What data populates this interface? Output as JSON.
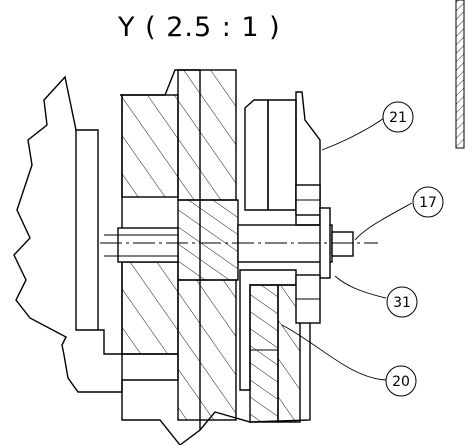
{
  "view_title": "Y ( 2.5 : 1 )",
  "balloons": [
    {
      "id": "b21",
      "label": "21"
    },
    {
      "id": "b17",
      "label": "17"
    },
    {
      "id": "b31",
      "label": "31"
    },
    {
      "id": "b20",
      "label": "20"
    }
  ]
}
